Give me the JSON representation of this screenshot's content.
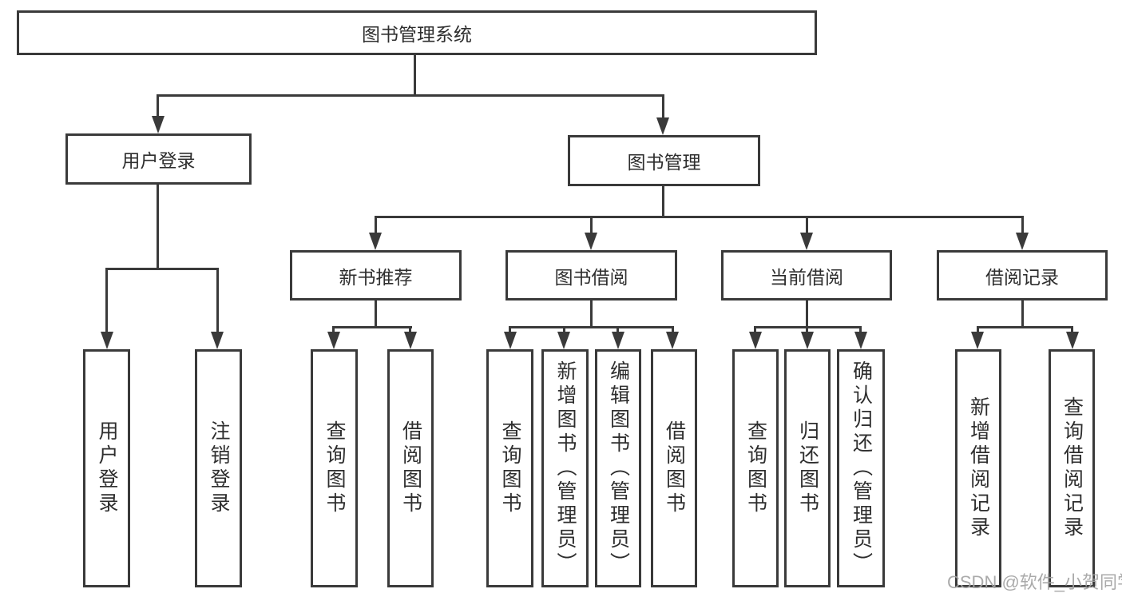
{
  "diagram": {
    "type": "hierarchy-tree",
    "nodes": {
      "root": "图书管理系统",
      "userLogin": "用户登录",
      "bookMgmt": "图书管理",
      "newBookRec": "新书推荐",
      "bookBorrow": "图书借阅",
      "currentBorrow": "当前借阅",
      "borrowRecords": "借阅记录"
    },
    "leaves": {
      "userLogin": [
        "用户登录",
        "注销登录"
      ],
      "newBookRec": [
        "查询图书",
        "借阅图书"
      ],
      "bookBorrow": [
        "查询图书",
        "新增图书（管理员）",
        "编辑图书（管理员）",
        "借阅图书"
      ],
      "currentBorrow": [
        "查询图书",
        "归还图书",
        "确认归还（管理员）"
      ],
      "borrowRecords": [
        "新增借阅记录",
        "查询借阅记录"
      ]
    },
    "hierarchy": {
      "图书管理系统": {
        "用户登录": [
          "用户登录",
          "注销登录"
        ],
        "图书管理": {
          "新书推荐": [
            "查询图书",
            "借阅图书"
          ],
          "图书借阅": [
            "查询图书",
            "新增图书（管理员）",
            "编辑图书（管理员）",
            "借阅图书"
          ],
          "当前借阅": [
            "查询图书",
            "归还图书",
            "确认归还（管理员）"
          ],
          "借阅记录": [
            "新增借阅记录",
            "查询借阅记录"
          ]
        }
      }
    }
  },
  "watermark": "CSDN @软件_小贺同学",
  "colors": {
    "line": "#3a3a3a",
    "text": "#2e2e2e",
    "watermark": "#a3a3a3",
    "background": "#ffffff"
  }
}
